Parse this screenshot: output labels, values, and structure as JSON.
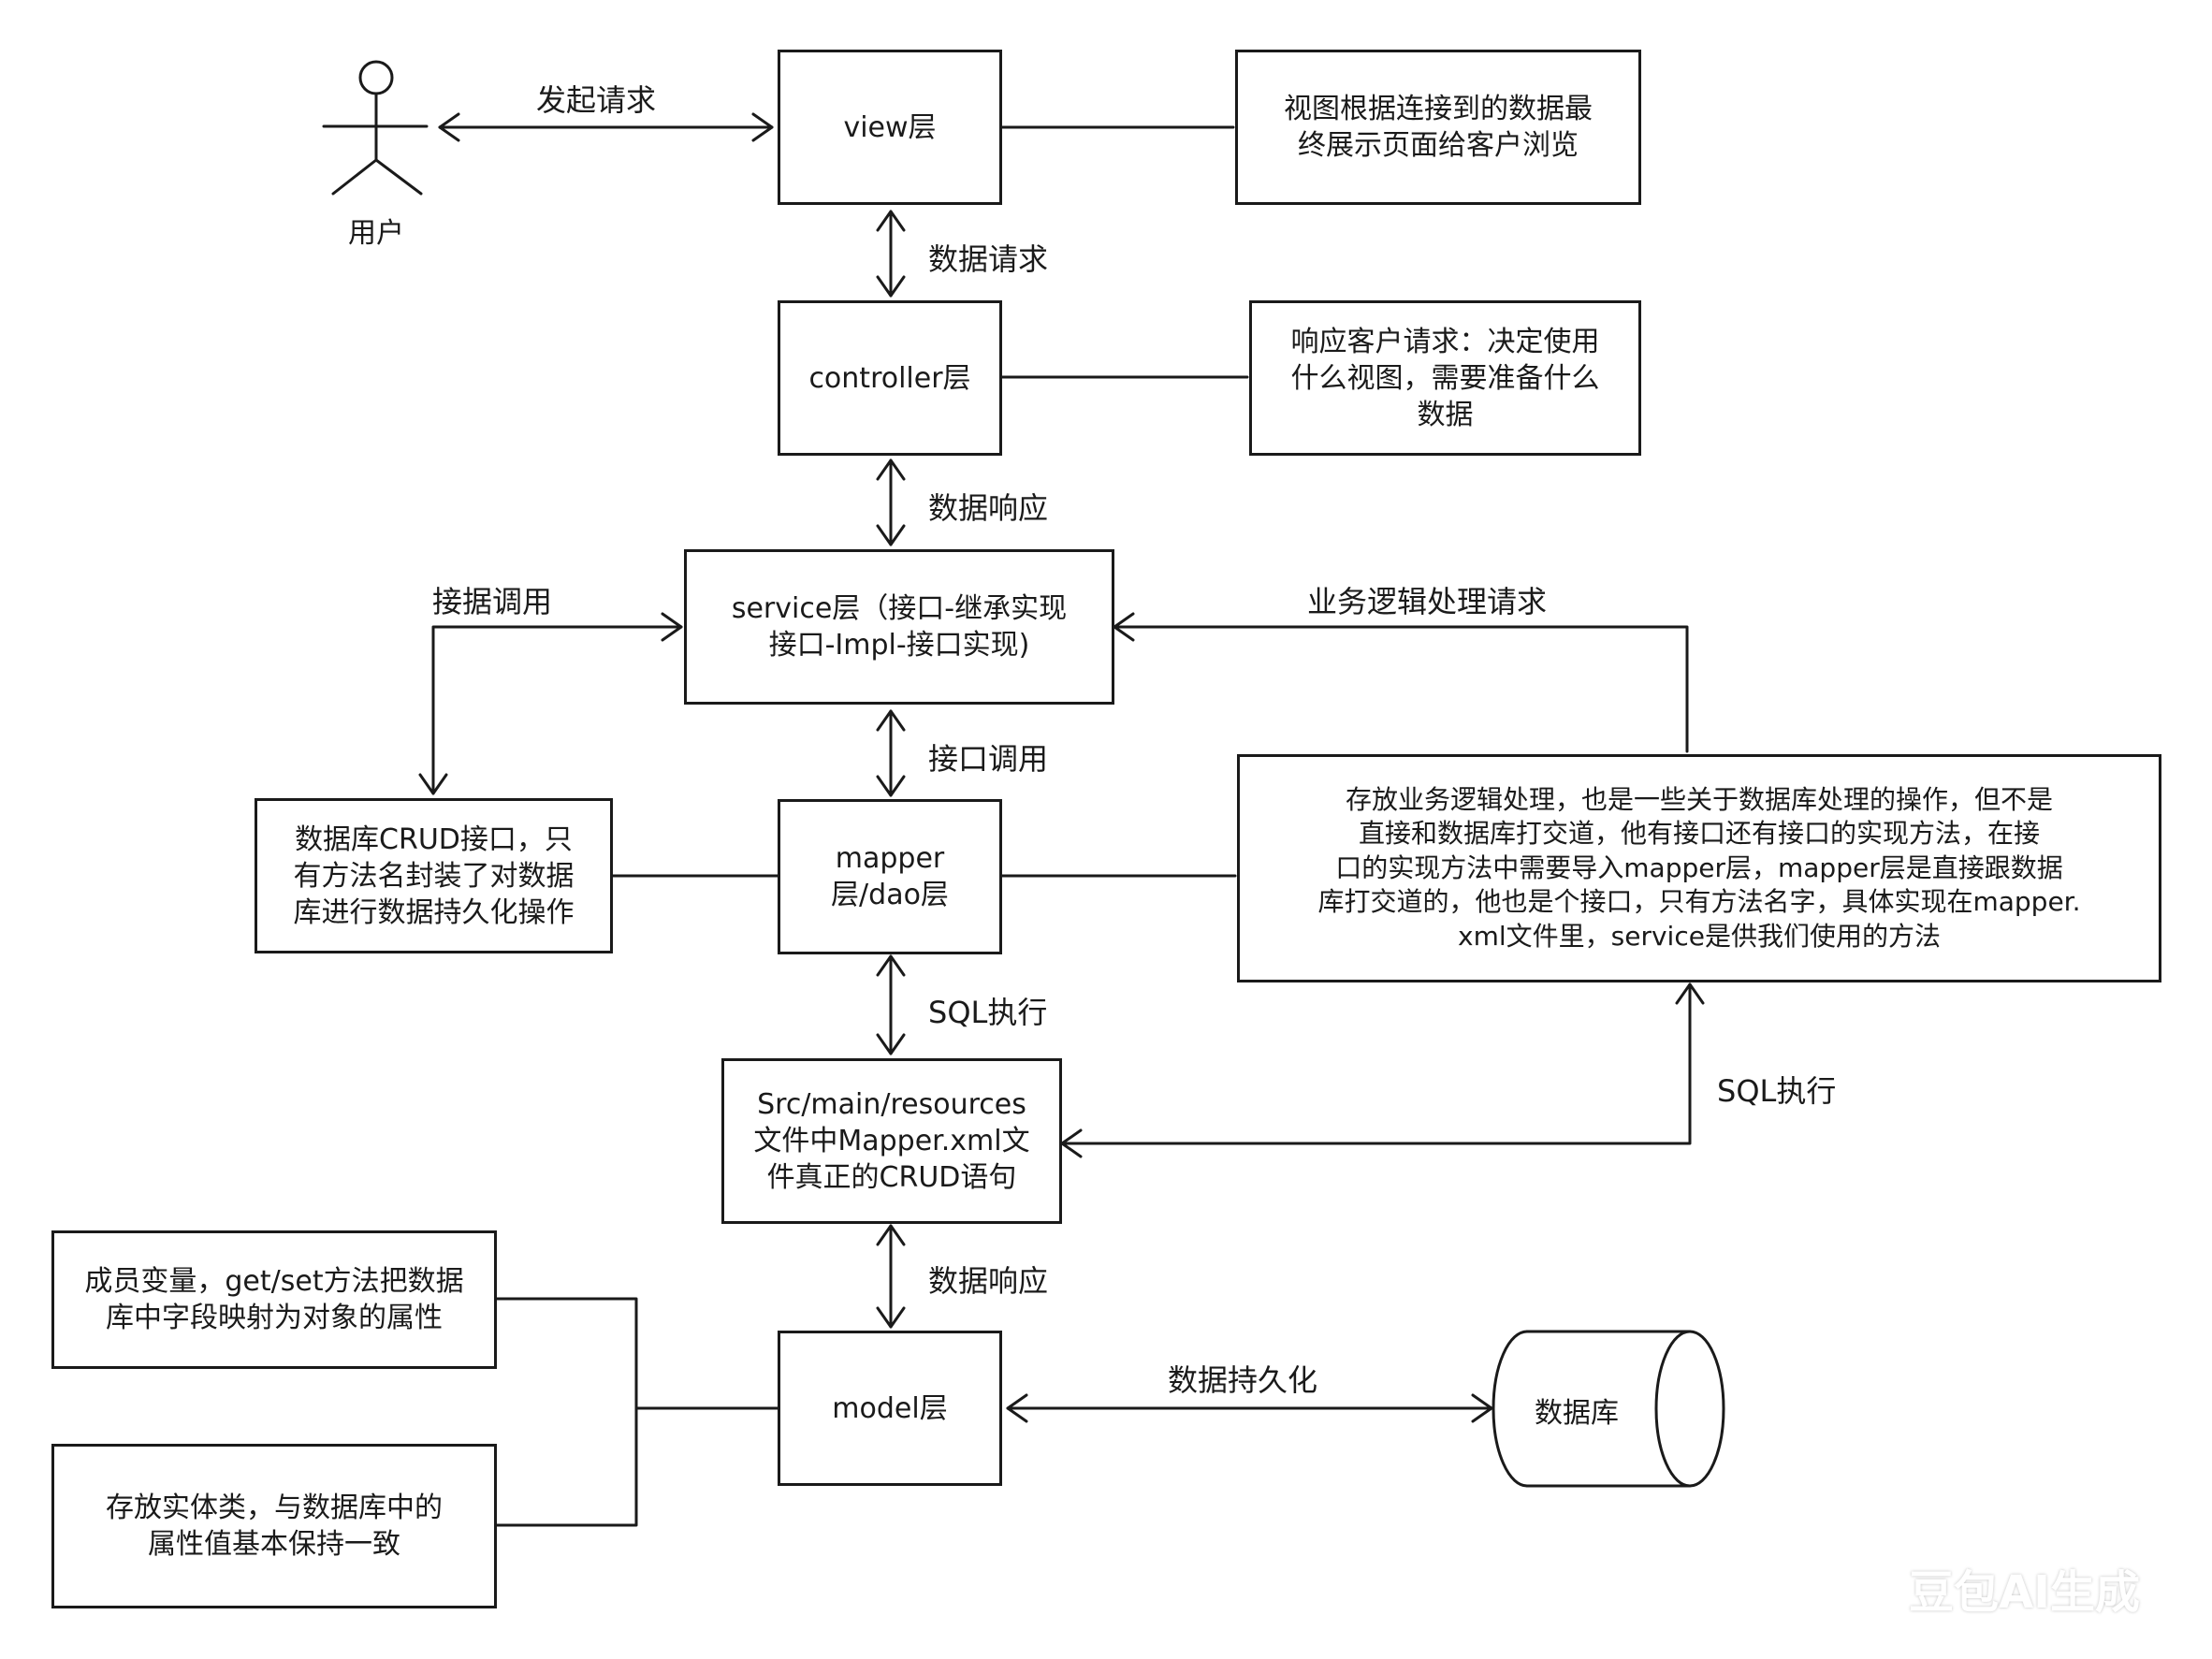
{
  "user": {
    "label": "用户"
  },
  "layers": {
    "view": "view层",
    "controller": "controller层",
    "service": "service层（接口-继承实现\n接口-Impl-接口实现)",
    "mapper": "mapper\n层/dao层",
    "resources": "Src/main/resources\n文件中Mapper.xml文\n件真正的CRUD语句",
    "model": "model层"
  },
  "notes": {
    "view": "视图根据连接到的数据最\n终展示页面给客户浏览",
    "controller": "响应客户请求：决定使用\n什么视图，需要准备什么\n数据",
    "crud_interface": "数据库CRUD接口，只\n有方法名封装了对数据\n库进行数据持久化操作",
    "service": "存放业务逻辑处理，也是一些关于数据库处理的操作，但不是\n直接和数据库打交道，他有接口还有接口的实现方法，在接\n口的实现方法中需要导入mapper层，mapper层是直接跟数据\n库打交道的，他也是个接口，只有方法名字，具体实现在mapper.\nxml文件里，service是供我们使用的方法",
    "model_fields": "成员变量，get/set方法把数据\n库中字段映射为对象的属性",
    "model_entity": "存放实体类，与数据库中的\n属性值基本保持一致"
  },
  "database": {
    "label": "数据库"
  },
  "edges": {
    "user_view": "发起请求",
    "view_controller": "数据请求",
    "controller_service": "数据响应",
    "service_crud": "接据调用",
    "note_service": "业务逻辑处理请求",
    "service_mapper": "接口调用",
    "mapper_resources": "SQL执行",
    "note_resources": "SQL执行",
    "resources_model": "数据响应",
    "model_db": "数据持久化"
  },
  "watermark": "豆包AI生成"
}
